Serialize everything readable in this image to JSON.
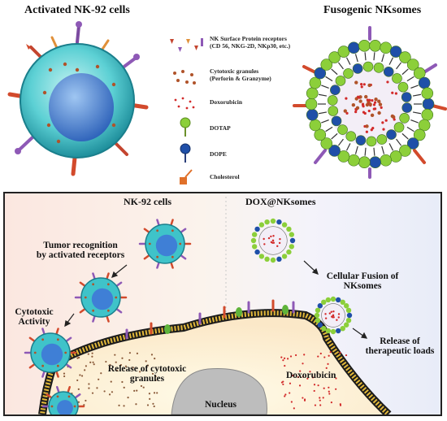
{
  "top": {
    "left_title": "Activated NK-92 cells",
    "right_title": "Fusogenic NKsomes"
  },
  "legend": {
    "receptors_line1": "NK Surface Protein receptors",
    "receptors_line2": "(CD 56, NKG-2D, NKp30, etc.)",
    "granules_line1": "Cytotoxic granules",
    "granules_line2": "(Perforin & Granzyme)",
    "doxorubicin": "Doxorubicin",
    "dotap": "DOTAP",
    "dope": "DOPE",
    "cholesterol": "Cholesterol"
  },
  "bottom": {
    "nk92_cells": "NK-92 cells",
    "dox_nksomes": "DOX@NKsomes",
    "tumor_recognition_line1": "Tumor recognition",
    "tumor_recognition_line2": "by activated receptors",
    "cellular_fusion_line1": "Cellular Fusion of",
    "cellular_fusion_line2": "NKsomes",
    "cytotoxic_activity_line1": "Cytotoxic",
    "cytotoxic_activity_line2": "Activity",
    "release_cytotoxic_line1": "Release of cytotoxic",
    "release_cytotoxic_line2": "granules",
    "release_therapeutic_line1": "Release of",
    "release_therapeutic_line2": "therapeutic loads",
    "doxorubicin": "Doxorubicin",
    "nucleus": "Nucleus"
  },
  "colors": {
    "cell_teal": "#3fc3c9",
    "nucleus_blue": "#3f7fd6",
    "dotap_green": "#8ccf3a",
    "dope_blue": "#1f4fa8",
    "membrane_gold": "#e2b83a",
    "panel_border": "#222222"
  }
}
